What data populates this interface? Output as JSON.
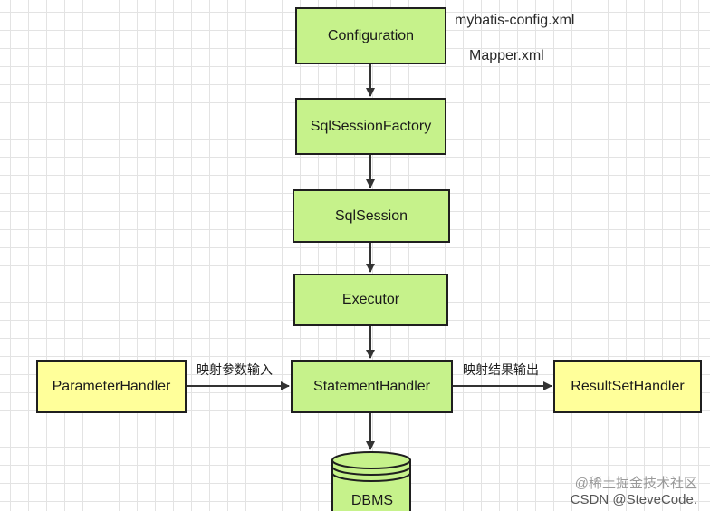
{
  "nodes": {
    "configuration": "Configuration",
    "sqlsessionfactory": "SqlSessionFactory",
    "sqlsession": "SqlSession",
    "executor": "Executor",
    "statementhandler": "StatementHandler",
    "parameterhandler": "ParameterHandler",
    "resultsethandler": "ResultSetHandler",
    "dbms": "DBMS"
  },
  "notes": {
    "config_file": "mybatis-config.xml",
    "mapper_file": "Mapper.xml"
  },
  "edge_labels": {
    "param_input": "映射参数输入",
    "result_output": "映射结果输出"
  },
  "watermark": {
    "juejin": "@稀土掘金技术社区",
    "csdn": "CSDN @SteveCode."
  },
  "colors": {
    "main_node_fill": "#c6f28b",
    "side_node_fill": "#ffff9a",
    "stroke": "#1f1f1f"
  }
}
